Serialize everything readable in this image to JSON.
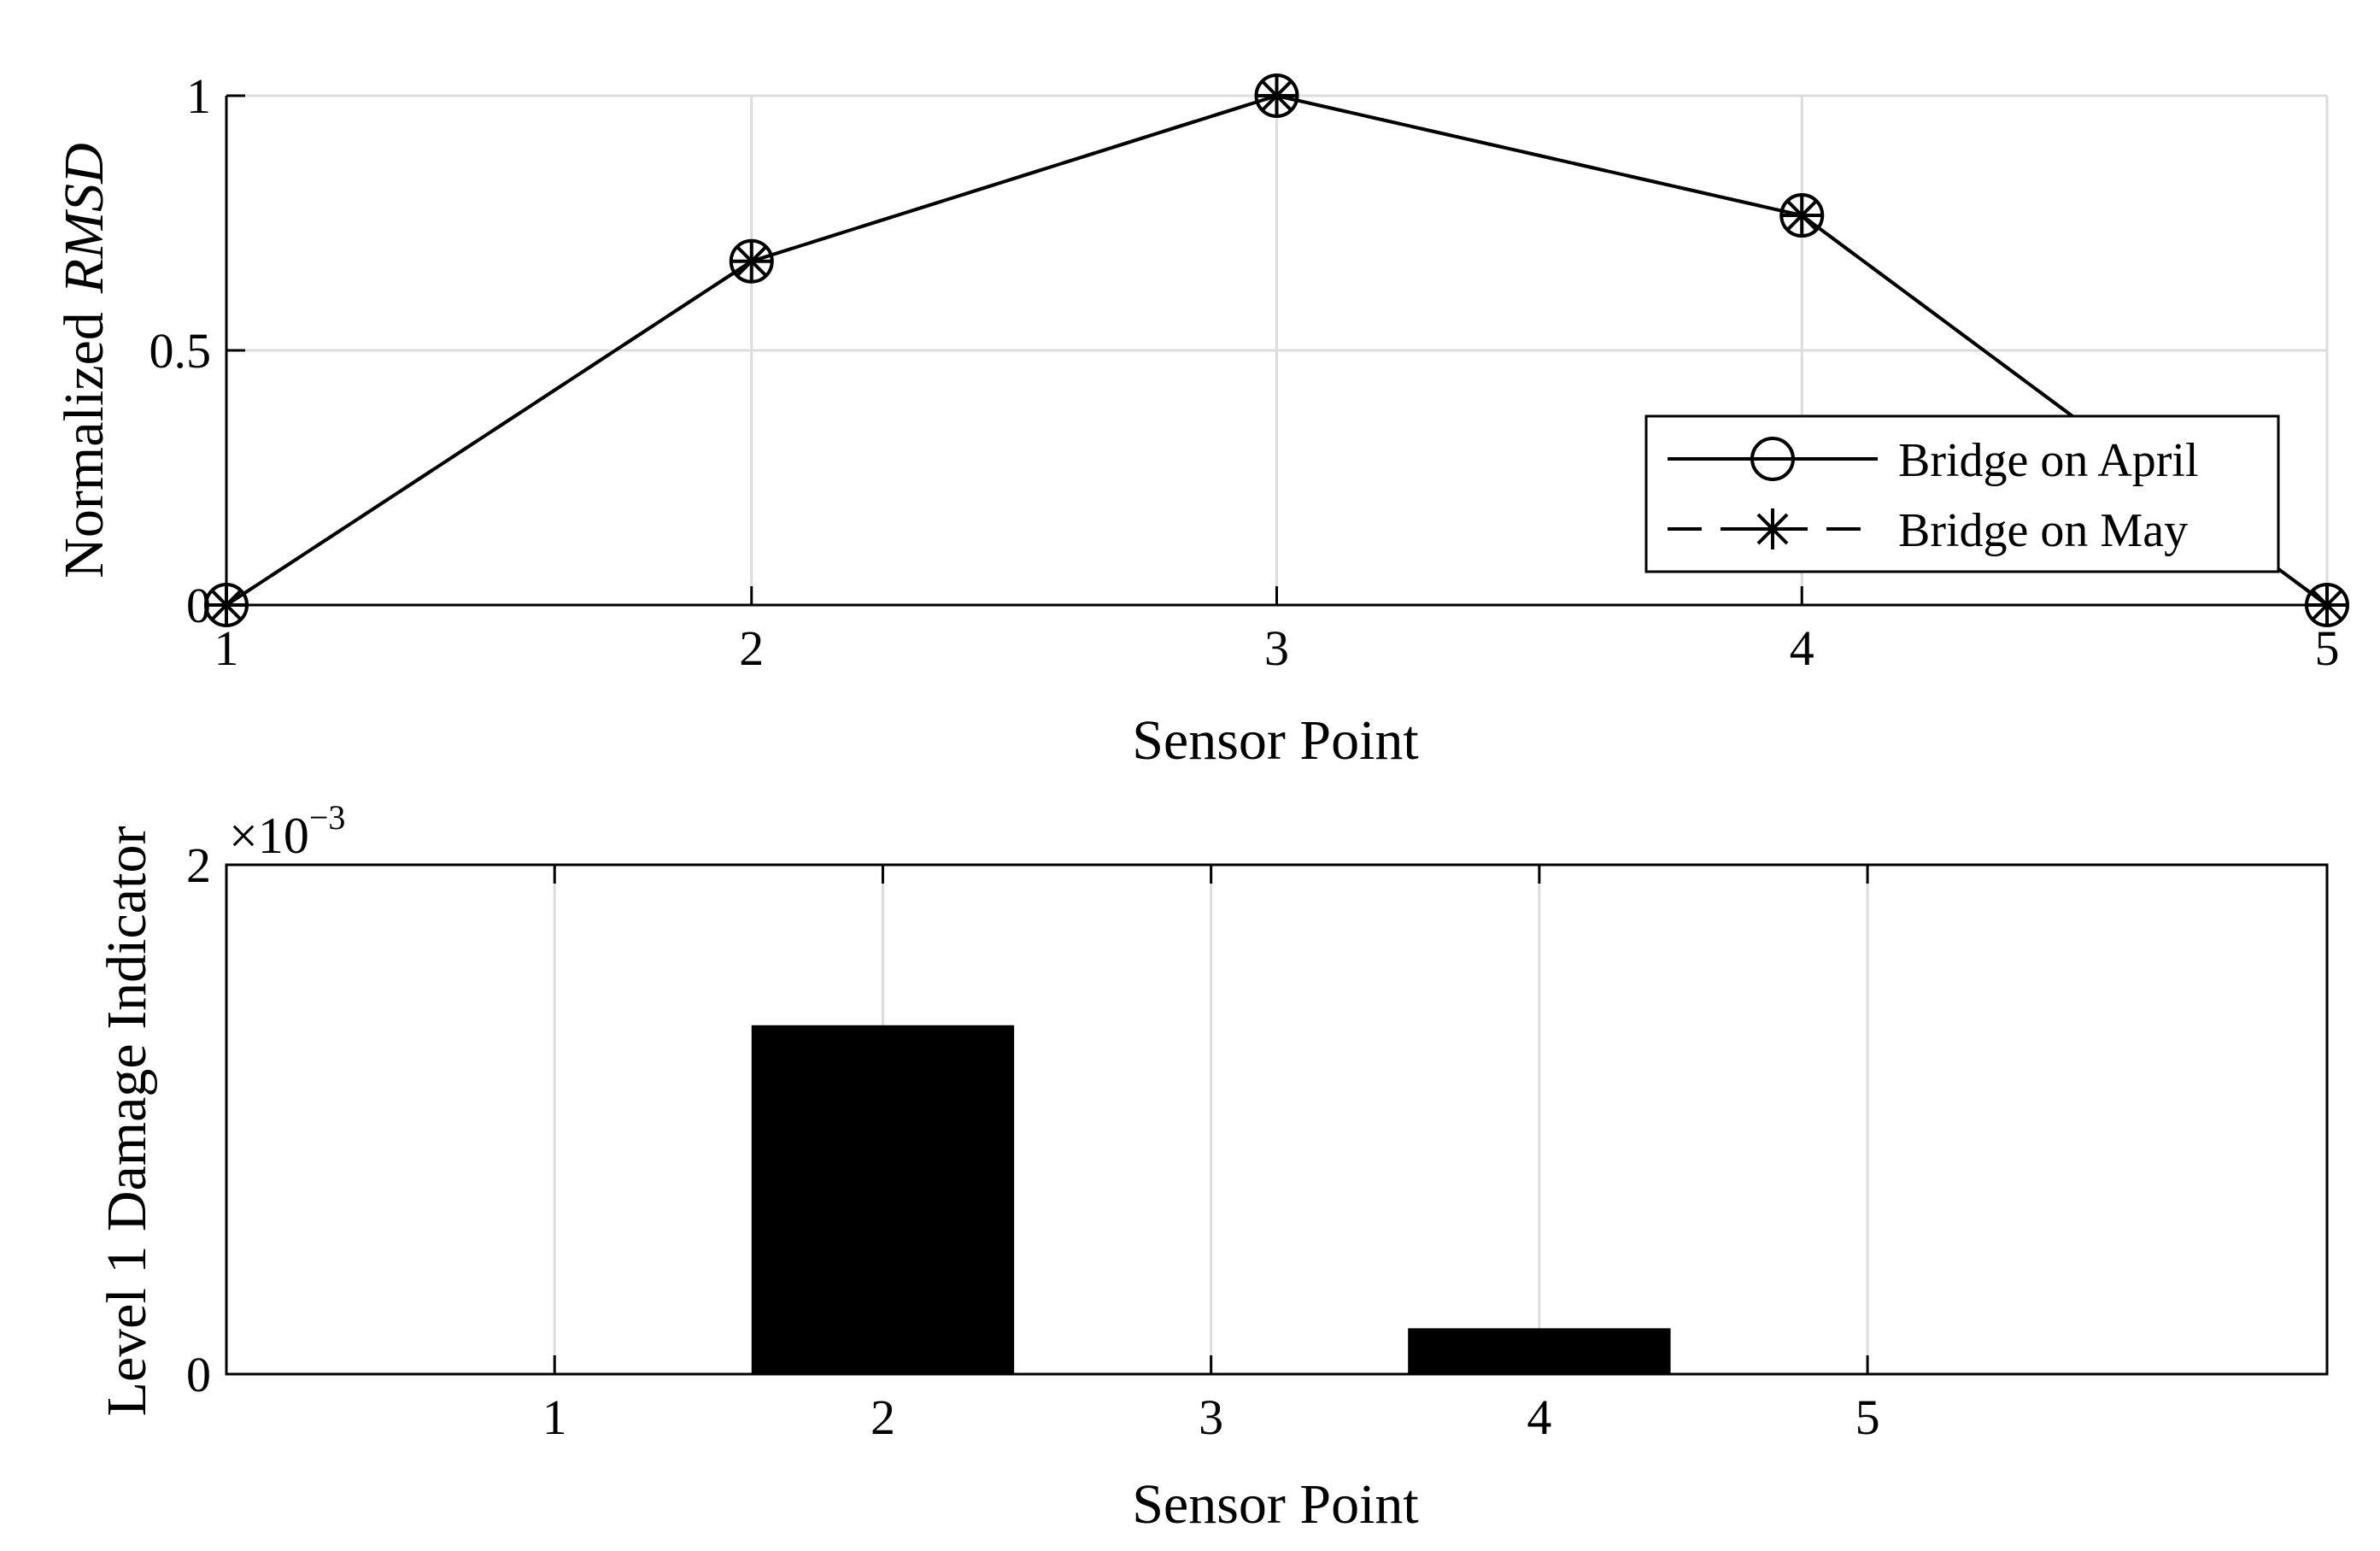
{
  "chart_data": [
    {
      "type": "line",
      "xlabel": "Sensor Point",
      "ylabel_prefix": "Normalized",
      "ylabel_italic": "RMSD",
      "x": [
        1,
        2,
        3,
        4,
        5
      ],
      "xlim": [
        1,
        5
      ],
      "ylim": [
        0,
        1
      ],
      "x_ticks": [
        "1",
        "2",
        "3",
        "4",
        "5"
      ],
      "y_ticks": [
        "0",
        "0.5",
        "1"
      ],
      "grid": true,
      "legend_position": "lower-right",
      "series": [
        {
          "name": "Bridge on April",
          "marker": "circle",
          "line": "solid",
          "values": [
            0,
            0.675,
            1,
            0.765,
            0
          ]
        },
        {
          "name": "Bridge on May",
          "marker": "asterisk",
          "line": "dashed",
          "values": [
            0,
            0.675,
            1,
            0.765,
            0
          ]
        }
      ],
      "colors": {
        "line": "#000000",
        "grid": "#dcdcdc"
      }
    },
    {
      "type": "bar",
      "xlabel": "Sensor Point",
      "ylabel": "Level 1 Damage Indicator",
      "categories": [
        "1",
        "2",
        "3",
        "4",
        "5"
      ],
      "values": [
        0,
        0.00137,
        0,
        0.00018,
        0
      ],
      "x_ticks": [
        "1",
        "2",
        "3",
        "4",
        "5"
      ],
      "y_ticks": [
        "0",
        "2"
      ],
      "ylim": [
        0,
        0.002
      ],
      "exponent_base": "×10",
      "exponent_power": "−3",
      "grid": true,
      "colors": {
        "bar": "#000000",
        "grid": "#dcdcdc"
      }
    }
  ]
}
